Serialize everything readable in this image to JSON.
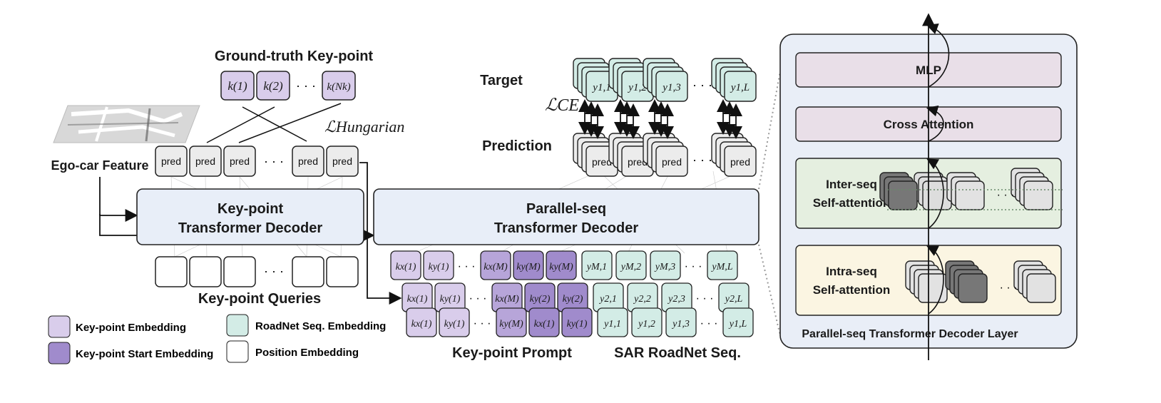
{
  "gt_title": "Ground-truth Key-point",
  "gt_tokens": [
    "k(1)",
    "k(2)",
    "k(Nk)"
  ],
  "ellipsis": "· · ·",
  "hungarian_loss": "ℒHungarian",
  "ce_loss": "ℒCE",
  "ego_feature": "Ego-car Feature",
  "pred_token": "pred",
  "target_label": "Target",
  "prediction_label": "Prediction",
  "target_tokens": [
    "y1,1",
    "y1,2",
    "y1,3",
    "y1,L"
  ],
  "kp_decoder": [
    "Key-point",
    "Transformer Decoder"
  ],
  "ps_decoder": [
    "Parallel-seq",
    "Transformer Decoder"
  ],
  "kp_queries_label": "Key-point Queries",
  "kp_prompt_label": "Key-point Prompt",
  "sar_seq_label": "SAR RoadNet Seq.",
  "prompt_rows": [
    [
      "kx(1)",
      "ky(1)",
      "kx(M)",
      "ky(M)",
      "ky(M)",
      "yM,1",
      "yM,2",
      "yM,3",
      "yM,L"
    ],
    [
      "kx(1)",
      "ky(1)",
      "kx(M)",
      "ky(2)",
      "ky(2)",
      "y2,1",
      "y2,2",
      "y2,3",
      "y2,L"
    ],
    [
      "kx(1)",
      "ky(1)",
      "ky(M)",
      "kx(1)",
      "ky(1)",
      "y1,1",
      "y1,2",
      "y1,3",
      "y1,L"
    ]
  ],
  "legend": {
    "kp_embed": "Key-point Embedding",
    "kp_start": "Key-point Start Embedding",
    "road_embed": "RoadNet Seq. Embedding",
    "pos_embed": "Position Embedding"
  },
  "layer": {
    "mlp": "MLP",
    "cross": "Cross Attention",
    "inter": [
      "Inter-seq",
      "Self-attention"
    ],
    "intra": [
      "Intra-seq",
      "Self-attention"
    ],
    "caption": "Parallel-seq Transformer Decoder Layer"
  },
  "colors": {
    "kp_embed": "#d9cdeb",
    "kp_start": "#a08bcc",
    "road": "#d3ece6",
    "decoder": "#e8eef8",
    "layer_panel": "#e9eef7",
    "mlp": "#e9dfe8",
    "inter_bg": "#e5efe0",
    "intra_bg": "#fbf5e2"
  }
}
